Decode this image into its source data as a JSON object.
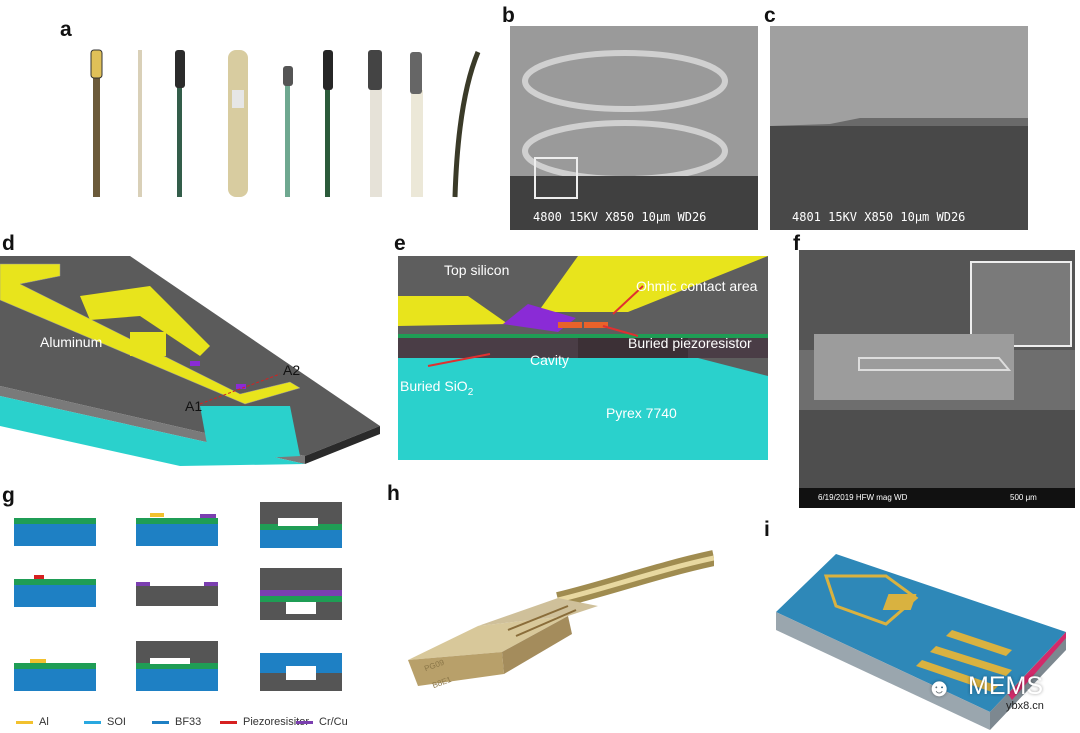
{
  "panels": {
    "a": "a",
    "b": "b",
    "c": "c",
    "d": "d",
    "e": "e",
    "f": "f",
    "g": "g",
    "h": "h",
    "i": "i"
  },
  "sem": {
    "b_caption": "4800  15KV    X850  10μm WD26",
    "c_caption": "4801  15KV    X850  10μm WD26",
    "f_info": "6/19/2019  HFW   mag  WD",
    "f_scale": "500 μm"
  },
  "panel_d": {
    "aluminum": "Aluminum",
    "a2": "A2",
    "a1": "A1"
  },
  "panel_e": {
    "top_silicon": "Top silicon",
    "ohmic": "Ohmic contact area",
    "buried_piezo": "Buried piezoresistor",
    "cavity": "Cavity",
    "buried_sio2": "Buried SiO",
    "sio2_sub": "2",
    "pyrex": "Pyrex 7740"
  },
  "legend": [
    {
      "label": "Al",
      "color": "#f2c12e"
    },
    {
      "label": "SOI",
      "color": "#29a8e0"
    },
    {
      "label": "BF33",
      "color": "#1e80c4"
    },
    {
      "label": "Piezoresisitor",
      "color": "#d62020"
    },
    {
      "label": "Cr/Cu",
      "color": "#7b3fb0"
    }
  ],
  "h_chip": {
    "line1": "PG09",
    "line2": "B8E1"
  },
  "watermark": {
    "brand": "MEMS",
    "site": "ybx8.cn"
  },
  "colors": {
    "yellow": "#e8e41c",
    "purple": "#8a2bd6",
    "cyan": "#2ad1cc",
    "gray": "#5e5e5e",
    "sem": "#8a8a8a"
  }
}
